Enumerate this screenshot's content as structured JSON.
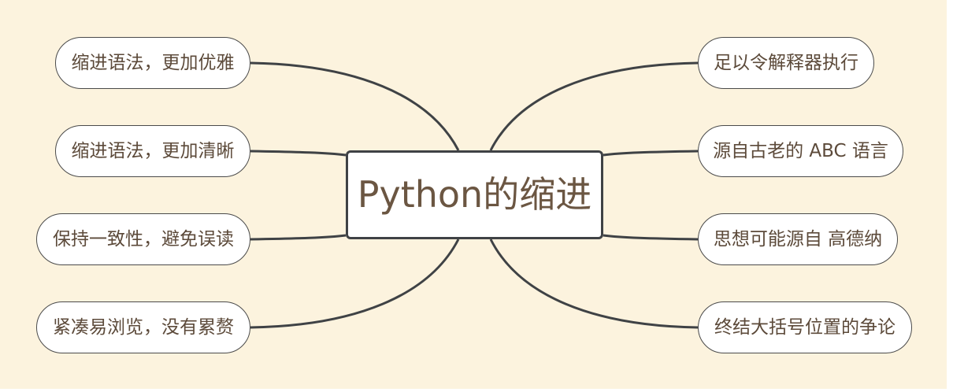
{
  "mindmap": {
    "center": "Python的缩进",
    "left": [
      "缩进语法，更加优雅",
      "缩进语法，更加清晰",
      "保持一致性，避免误读",
      "紧凑易浏览，没有累赘"
    ],
    "right": [
      "足以令解释器执行",
      "源自古老的 ABC 语言",
      "思想可能源自 高德纳",
      "终结大括号位置的争论"
    ]
  },
  "colors": {
    "background": "#fcf3de",
    "node_fill": "#ffffff",
    "link": "#3f4245",
    "text": "#5c4a3a"
  }
}
